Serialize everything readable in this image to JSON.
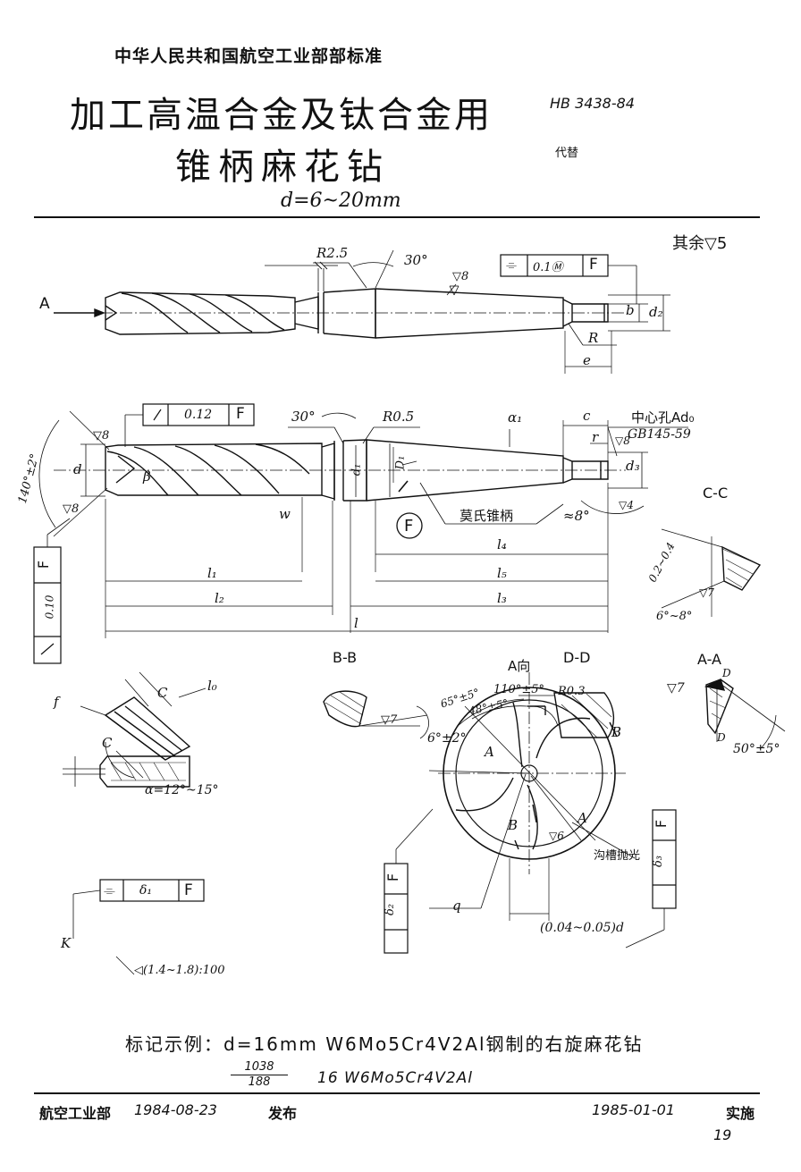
{
  "header": {
    "org": "中华人民共和国航空工业部部标准",
    "title_line1": "加工高温合金及钛合金用",
    "title_line2": "锥柄麻花钻",
    "range": "d=6~20mm",
    "std_number": "HB 3438-84",
    "replaces": "代替"
  },
  "drawing": {
    "surface_rest": "其余▽5",
    "top": {
      "radius": "R2.5",
      "angle": "30°",
      "rough": "▽8",
      "tol_symbol": "⌯",
      "tol_value": "0.1Ⓜ",
      "datum": "F",
      "A": "A",
      "b": "b",
      "d2": "d₂",
      "R": "R",
      "e": "e"
    },
    "main": {
      "runout_symbol": "/",
      "runout_value": "0.12",
      "datum": "F",
      "angle30": "30°",
      "radius": "R0.5",
      "alpha1": "α₁",
      "c": "c",
      "r": "r",
      "center_hole": "中心孔Ad₀",
      "gb": "GB145-59",
      "rough8": "▽8",
      "d3": "d₃",
      "rough4": "▽4",
      "approx8": "≈8°",
      "taper": "莫氏锥柄",
      "datumF": "F",
      "rough8b": "▽8",
      "rough8c": "▽8",
      "point_angle": "140°±2°",
      "d": "d",
      "d1": "d₁",
      "D1": "D₁",
      "beta": "β",
      "w": "w",
      "l1": "l₁",
      "l2": "l₂",
      "l3": "l₃",
      "l4": "l₄",
      "l5": "l₅",
      "l": "l",
      "side_tol_value": "0.10",
      "side_datum": "F"
    },
    "cc": {
      "title": "C-C",
      "range": "0.2~0.4",
      "rough": "▽7",
      "angle": "6°~8°"
    },
    "bb": {
      "title": "B-B",
      "rough": "▽7",
      "angle": "6°±2°"
    },
    "dd": {
      "title": "D-D",
      "angle": "110°±5°",
      "radius": "R0.3"
    },
    "aa": {
      "title": "A-A",
      "rough": "▽7",
      "D_top": "D",
      "D_bot": "D",
      "angle": "50°±5°"
    },
    "lip": {
      "f": "f",
      "C_top": "C",
      "C_bot": "C",
      "l0": "l₀",
      "alpha": "α=12°~15°"
    },
    "web": {
      "sym_symbol": "⌯",
      "sym_value": "δ₁",
      "datum": "F",
      "K": "K",
      "taper": "◁(1.4~1.8):100"
    },
    "aview": {
      "title": "A向",
      "angle65": "65°±5°",
      "angle48": "48°±5°",
      "A_top": "A",
      "B_top": "B",
      "A_bot": "A",
      "B_bot": "B",
      "rough6": "▽6",
      "polish": "沟槽抛光",
      "q": "q",
      "taper": "(0.04~0.05)d",
      "F_left": "F",
      "delta2": "δ₂",
      "F_right": "F",
      "delta3": "δ₃"
    }
  },
  "example": {
    "line1": "标记示例：d=16mm   W6Mo5Cr4V2Al钢制的右旋麻花钻",
    "frac_num": "1038",
    "frac_den": "188",
    "line2": "16    W6Mo5Cr4V2Al"
  },
  "footer": {
    "issuer": "航空工业部",
    "issue_date": "1984-08-23",
    "issued": "发布",
    "effective_date": "1985-01-01",
    "effective": "实施",
    "page": "19"
  }
}
